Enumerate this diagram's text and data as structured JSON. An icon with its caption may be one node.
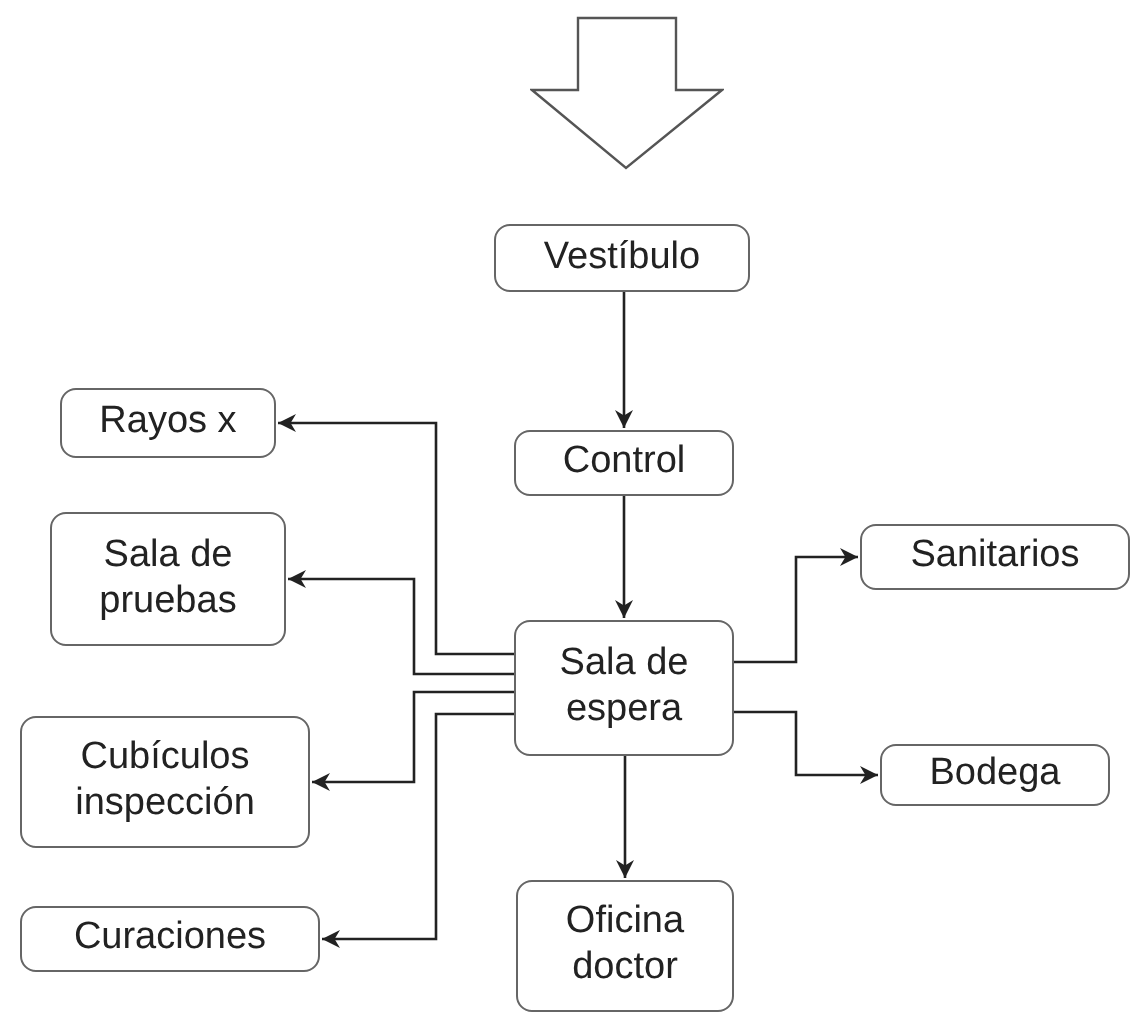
{
  "diagram": {
    "nodes": [
      {
        "text": [],
        "shape": "arrow"
      },
      {
        "text": [
          "Vestíbulo"
        ]
      },
      {
        "text": [
          "Control"
        ]
      },
      {
        "text": [
          "Sala de espera"
        ]
      },
      {
        "text": [
          "Rayos x"
        ]
      },
      {
        "text": [
          "Sala de pruebas"
        ]
      },
      {
        "text": [
          "Cubículos inspección"
        ]
      },
      {
        "text": [
          "Curaciones"
        ]
      },
      {
        "text": [
          "Sanitarios"
        ]
      },
      {
        "text": [
          "Bodega"
        ]
      },
      {
        "text": [
          "Oficina doctor"
        ]
      }
    ],
    "edges": [
      {
        "from": 1,
        "to": 2,
        "arrow": "to"
      },
      {
        "from": 2,
        "to": 3,
        "arrow": "to"
      },
      {
        "from": 3,
        "to": 4,
        "arrow": "to"
      },
      {
        "from": 3,
        "to": 5,
        "arrow": "to"
      },
      {
        "from": 3,
        "to": 6,
        "arrow": "to"
      },
      {
        "from": 3,
        "to": 7,
        "arrow": "to"
      },
      {
        "from": 3,
        "to": 8,
        "arrow": "to"
      },
      {
        "from": 3,
        "to": 9,
        "arrow": "to"
      },
      {
        "from": 3,
        "to": 10,
        "arrow": "to"
      }
    ]
  }
}
